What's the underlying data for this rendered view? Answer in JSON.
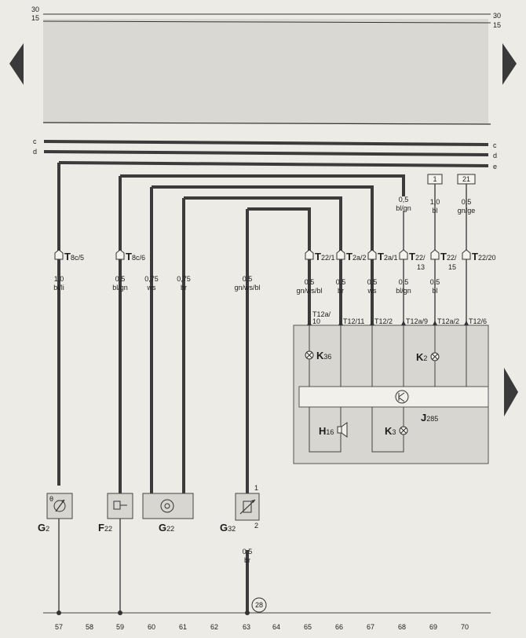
{
  "rails": {
    "top": {
      "left": "30",
      "right": "30"
    },
    "second": {
      "left": "15",
      "right": "15"
    },
    "c": {
      "left": "c",
      "right": "c"
    },
    "d": {
      "left": "d",
      "right": "d"
    },
    "e": {
      "right": "e"
    }
  },
  "connectors": {
    "t8c5": {
      "main": "T",
      "sub": "8c/5"
    },
    "t8c6": {
      "main": "T",
      "sub": "8c/6"
    },
    "t221": {
      "main": "T",
      "sub": "22/1"
    },
    "t2a2": {
      "main": "T",
      "sub": "2a/2"
    },
    "t2a1": {
      "main": "T",
      "sub": "2a/1"
    },
    "t2213": {
      "main": "T",
      "sub": "22/",
      "sub2": "13"
    },
    "t2215": {
      "main": "T",
      "sub": "22/",
      "sub2": "15"
    },
    "t2220": {
      "main": "T",
      "sub": "22/20"
    }
  },
  "wires": {
    "w57": {
      "size": "1,0",
      "color": "bl/li"
    },
    "w59": {
      "size": "0,5",
      "color": "bl/gn"
    },
    "w60": {
      "size": "0,75",
      "color": "ws"
    },
    "w61": {
      "size": "0,75",
      "color": "br"
    },
    "w63": {
      "size": "0,5",
      "color": "gn/ws/bl"
    },
    "w63b": {
      "size": "0,5",
      "color": "br"
    },
    "w65": {
      "size": "0,5",
      "color": "gn/ws/bl"
    },
    "w66": {
      "size": "0,5",
      "color": "br"
    },
    "w67": {
      "size": "0,5",
      "color": "ws"
    },
    "w68": {
      "size": "0,5",
      "color": "bl/gn"
    },
    "w68top": {
      "size": "0,5",
      "color": "bl/gn"
    },
    "w69": {
      "size": "0,5",
      "color": "bl"
    },
    "w69top": {
      "size": "1,0",
      "color": "bl"
    },
    "w70": {
      "size": "0,5",
      "color": "gn/ge"
    }
  },
  "pins": {
    "p10": {
      "line1": "T12a/",
      "line2": "10"
    },
    "p11": "T12/11",
    "p2": "T12/2",
    "p9": "T12a/9",
    "p12a2": "T12a/2",
    "p6": "T12/6"
  },
  "boxes": {
    "b1": "1",
    "b21": "21"
  },
  "components": {
    "k36": {
      "main": "K",
      "sub": "36"
    },
    "k2": {
      "main": "K",
      "sub": "2"
    },
    "k3": {
      "main": "K",
      "sub": "3"
    },
    "h16": {
      "main": "H",
      "sub": "16"
    },
    "j285": {
      "main": "J",
      "sub": "285"
    },
    "g2": {
      "main": "G",
      "sub": "2"
    },
    "f22": {
      "main": "F",
      "sub": "22"
    },
    "g22": {
      "main": "G",
      "sub": "22"
    },
    "g32": {
      "main": "G",
      "sub": "32",
      "pin1": "1",
      "pin2": "2"
    }
  },
  "ground": "28",
  "coordinates": [
    "57",
    "58",
    "59",
    "60",
    "61",
    "62",
    "63",
    "64",
    "65",
    "66",
    "67",
    "68",
    "69",
    "70"
  ]
}
